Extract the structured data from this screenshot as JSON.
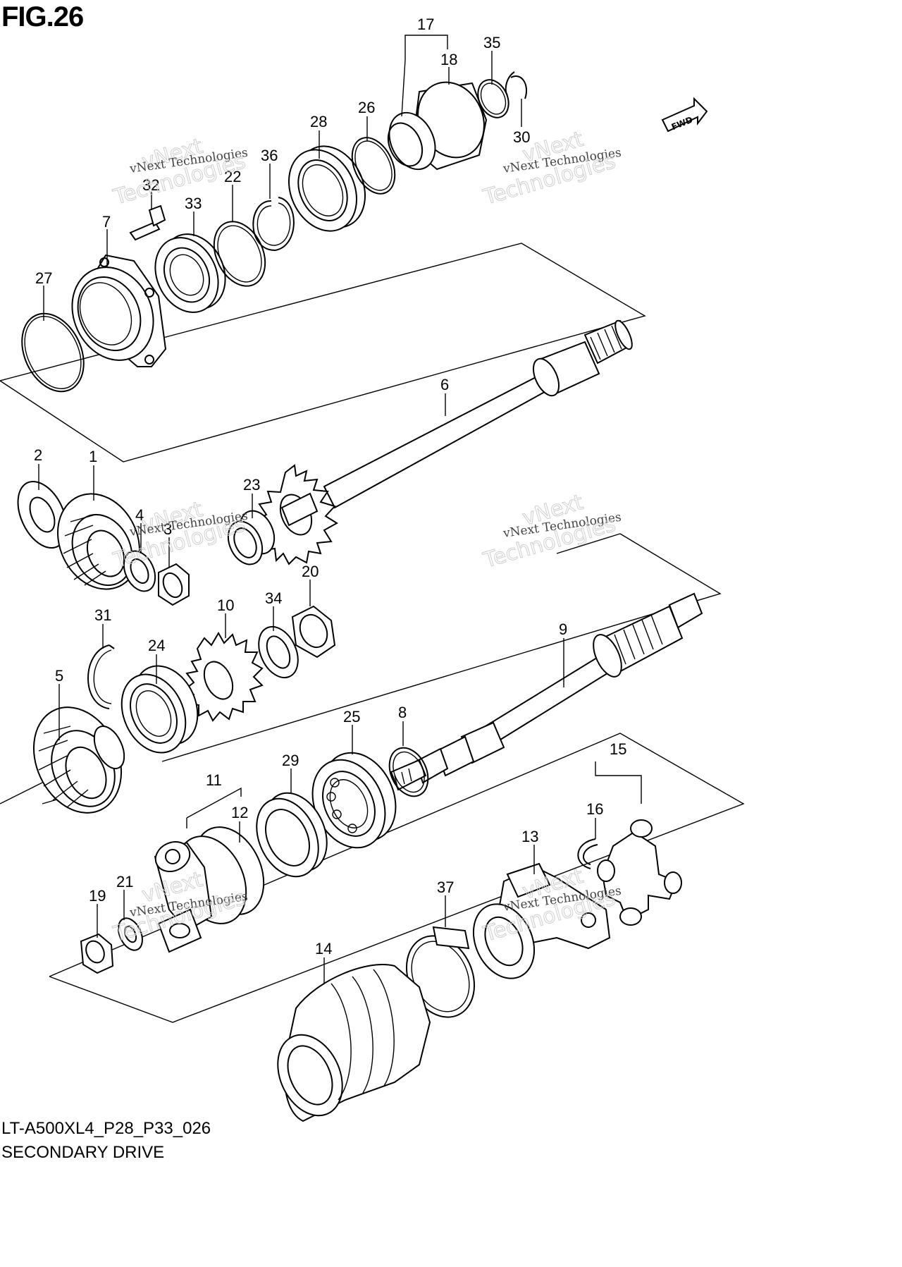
{
  "figure": {
    "title": "FIG.26",
    "model_code": "LT-A500XL4_P28_P33_026",
    "name": "SECONDARY DRIVE",
    "fwd_label": "FWD"
  },
  "watermark": {
    "line1": "vNext",
    "line2": "vNext Technologies",
    "line3": "Technologies"
  },
  "callouts": [
    "1",
    "2",
    "3",
    "4",
    "5",
    "6",
    "7",
    "8",
    "9",
    "10",
    "11",
    "12",
    "13",
    "14",
    "15",
    "16",
    "17",
    "18",
    "19",
    "20",
    "21",
    "22",
    "23",
    "24",
    "25",
    "26",
    "27",
    "28",
    "29",
    "30",
    "31",
    "32",
    "33",
    "34",
    "35",
    "36",
    "37"
  ]
}
